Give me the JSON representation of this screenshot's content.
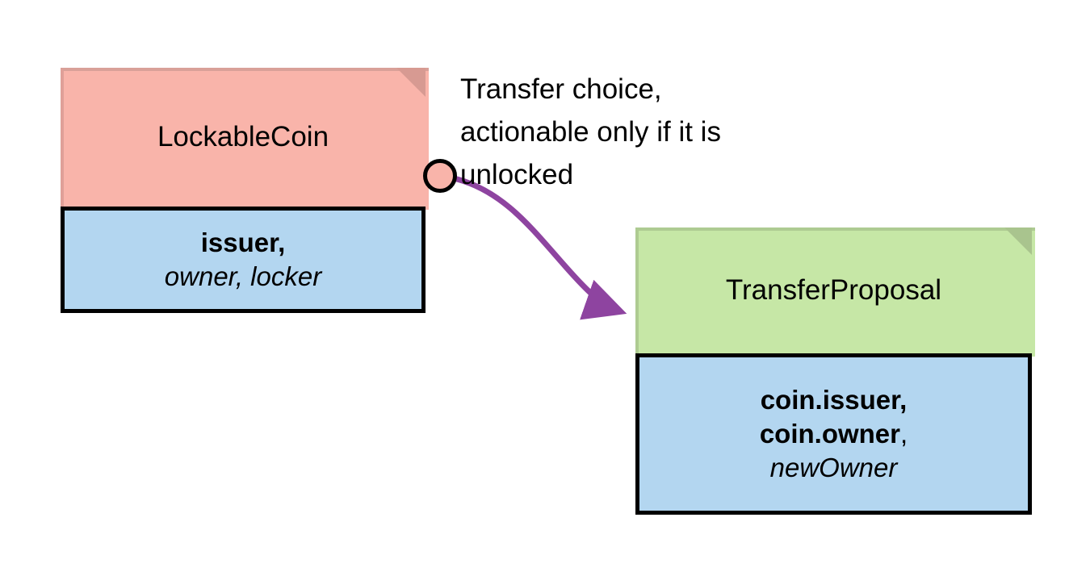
{
  "diagram": {
    "type": "uml-template-diagram",
    "background_color": "#ffffff",
    "nodes": [
      {
        "id": "lockable-coin",
        "title": "LockableCoin",
        "header_color": "#f9b4aa",
        "header_fold_color": "#d79a92",
        "body_color": "#b3d6f0",
        "border_color": "#000000",
        "fields": [
          {
            "text": "issuer,",
            "style": "bold"
          },
          {
            "text": "owner, locker",
            "style": "italic"
          }
        ]
      },
      {
        "id": "transfer-proposal",
        "title": "TransferProposal",
        "header_color": "#c6e7a6",
        "header_fold_color": "#a9c48e",
        "body_color": "#b3d6f0",
        "border_color": "#000000",
        "fields": [
          {
            "text": "coin.issuer,",
            "style": "bold"
          },
          {
            "text": "coin.owner",
            "style": "bold",
            "suffix": ","
          },
          {
            "text": "newOwner",
            "style": "italic"
          }
        ]
      }
    ],
    "edges": [
      {
        "id": "transfer-choice",
        "from": "lockable-coin",
        "to": "transfer-proposal",
        "label": "Transfer choice,\nactionable only if it is\nunlocked",
        "color": "#8e44a0",
        "source_marker": "circle",
        "target_marker": "arrowhead"
      }
    ]
  }
}
